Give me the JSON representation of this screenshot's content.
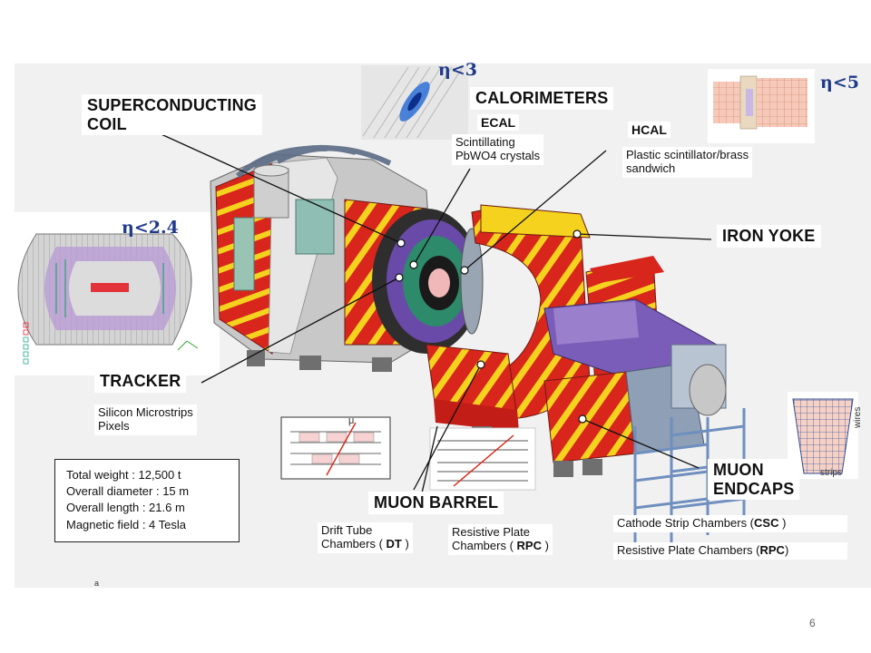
{
  "labels": {
    "coil": "SUPERCONDUCTING\nCOIL",
    "calorimeters": "CALORIMETERS",
    "ecal": "ECAL",
    "ecal_desc": "Scintillating\nPbWO4 crystals",
    "hcal": "HCAL",
    "hcal_desc": "Plastic scintillator/brass\nsandwich",
    "iron_yoke": "IRON YOKE",
    "tracker": "TRACKER",
    "tracker_desc": "Silicon Microstrips\nPixels",
    "muon_barrel": "MUON BARREL",
    "muon_endcaps": "MUON\nENDCAPS",
    "dt_prefix": "Drift Tube\nChambers ( ",
    "dt_abbr": "DT",
    "dt_suffix": " )",
    "rpc_prefix": "Resistive Plate\nChambers ( ",
    "rpc_abbr": "RPC",
    "rpc_suffix": " )",
    "csc_prefix": "Cathode Strip Chambers (",
    "csc_abbr": "CSC",
    "csc_suffix": " )",
    "rpc2_prefix": "Resistive Plate Chambers (",
    "rpc2_abbr": "RPC",
    "rpc2_suffix": ")",
    "mu_symbol": "μ",
    "wires": "wires",
    "strips": "strips",
    "mark": "a"
  },
  "eta_labels": {
    "calorimeter": "η<3",
    "forward": "η<5",
    "tracker": "η<2.4"
  },
  "specs": {
    "weight": "Total weight : 12,500 t",
    "diameter": "Overall diameter : 15 m",
    "length": "Overall length : 21.6 m",
    "field": "Magnetic field : 4 Tesla"
  },
  "page_number": "6",
  "colors": {
    "yoke_red": "#d8261c",
    "yoke_yellow": "#f4d21e",
    "barrel_steel": "#8a9bb0",
    "hcal_purple": "#6a4aa8",
    "support_blue": "#9fb6d8",
    "eta_blue": "#1f3a8a"
  }
}
